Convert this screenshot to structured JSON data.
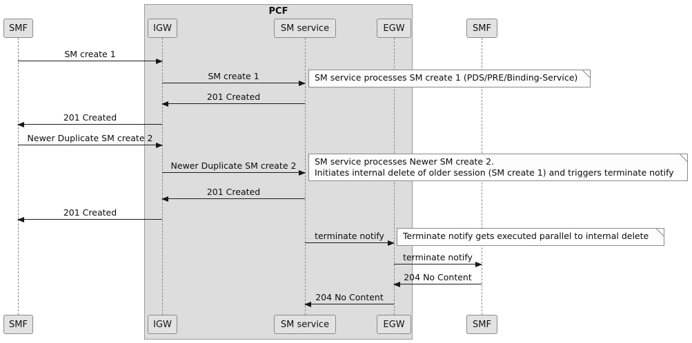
{
  "diagram": {
    "type": "uml-sequence",
    "frame_title": "PCF",
    "participants": [
      {
        "id": "smf-left",
        "label": "SMF"
      },
      {
        "id": "igw",
        "label": "IGW"
      },
      {
        "id": "sm-service",
        "label": "SM service"
      },
      {
        "id": "egw",
        "label": "EGW"
      },
      {
        "id": "smf-right",
        "label": "SMF"
      }
    ],
    "messages": [
      {
        "from": "SMF",
        "to": "IGW",
        "label": "SM create 1"
      },
      {
        "from": "IGW",
        "to": "SM service",
        "label": "SM create 1"
      },
      {
        "from": "SM service",
        "to": "IGW",
        "label": "201 Created"
      },
      {
        "from": "IGW",
        "to": "SMF",
        "label": "201 Created"
      },
      {
        "from": "SMF",
        "to": "IGW",
        "label": "Newer Duplicate SM create 2"
      },
      {
        "from": "IGW",
        "to": "SM service",
        "label": "Newer Duplicate SM create 2"
      },
      {
        "from": "SM service",
        "to": "IGW",
        "label": "201 Created"
      },
      {
        "from": "IGW",
        "to": "SMF",
        "label": "201 Created"
      },
      {
        "from": "SM service",
        "to": "EGW",
        "label": "terminate notify"
      },
      {
        "from": "EGW",
        "to": "SMF",
        "label": "terminate notify"
      },
      {
        "from": "SMF",
        "to": "EGW",
        "label": "204 No Content"
      },
      {
        "from": "EGW",
        "to": "SM service",
        "label": "204 No Content"
      }
    ],
    "notes": [
      {
        "lines": [
          "SM service processes SM create 1 (PDS/PRE/Binding-Service)"
        ]
      },
      {
        "lines": [
          "SM service processes Newer SM create 2.",
          "Initiates internal delete of older session (SM create 1) and triggers terminate notify"
        ]
      },
      {
        "lines": [
          "Terminate notify gets executed parallel to internal delete"
        ]
      }
    ],
    "colors": {
      "background": "#FFFFFF",
      "frame_fill": "#DDDDDD",
      "participant_fill": "#E2E2E2",
      "note_fill": "#FDFDFD",
      "border": "#888888",
      "arrow": "#181818"
    }
  }
}
